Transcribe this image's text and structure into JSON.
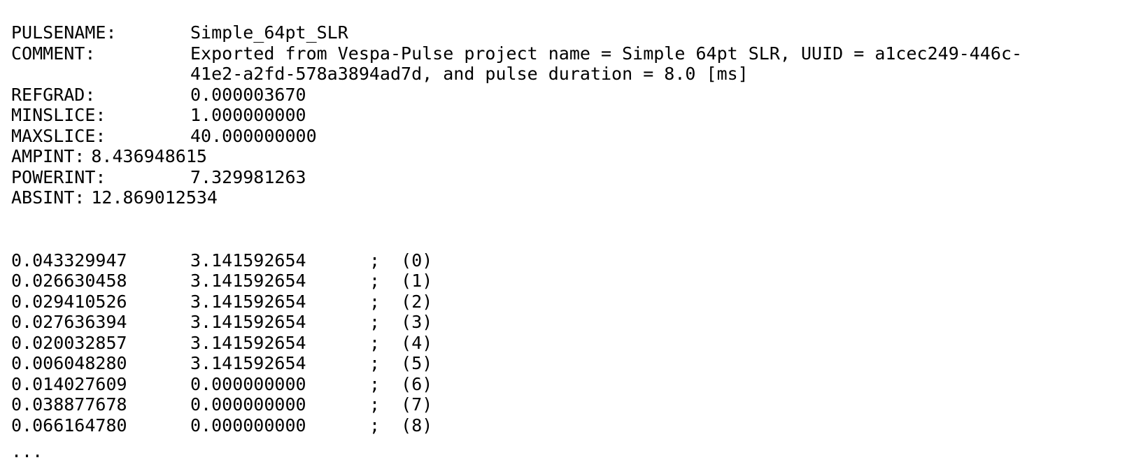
{
  "header": {
    "pulsename": {
      "key": "PULSENAME:",
      "value": "Simple_64pt_SLR"
    },
    "comment": {
      "key": "COMMENT:",
      "line1": "Exported from Vespa-Pulse project name = Simple 64pt SLR, UUID = a1cec249-446c-",
      "line2": "41e2-a2fd-578a3894ad7d, and pulse duration = 8.0 [ms]"
    },
    "refgrad": {
      "key": "REFGRAD:",
      "value": "0.000003670"
    },
    "minslice": {
      "key": "MINSLICE:",
      "value": "1.000000000"
    },
    "maxslice": {
      "key": "MAXSLICE:",
      "value": "40.000000000"
    },
    "ampint": {
      "key": "AMPINT:",
      "value": "8.436948615"
    },
    "powerint": {
      "key": "POWERINT:",
      "value": "7.329981263"
    },
    "absint": {
      "key": "ABSINT:",
      "value": "12.869012534"
    }
  },
  "rows": [
    {
      "amp": "0.043329947",
      "phase": "3.141592654",
      "idx": ";  (0)"
    },
    {
      "amp": "0.026630458",
      "phase": "3.141592654",
      "idx": ";  (1)"
    },
    {
      "amp": "0.029410526",
      "phase": "3.141592654",
      "idx": ";  (2)"
    },
    {
      "amp": "0.027636394",
      "phase": "3.141592654",
      "idx": ";  (3)"
    },
    {
      "amp": "0.020032857",
      "phase": "3.141592654",
      "idx": ";  (4)"
    },
    {
      "amp": "0.006048280",
      "phase": "3.141592654",
      "idx": ";  (5)"
    },
    {
      "amp": "0.014027609",
      "phase": "0.000000000",
      "idx": ";  (6)"
    },
    {
      "amp": "0.038877678",
      "phase": "0.000000000",
      "idx": ";  (7)"
    },
    {
      "amp": "0.066164780",
      "phase": "0.000000000",
      "idx": ";  (8)"
    }
  ],
  "ellipsis": "..."
}
